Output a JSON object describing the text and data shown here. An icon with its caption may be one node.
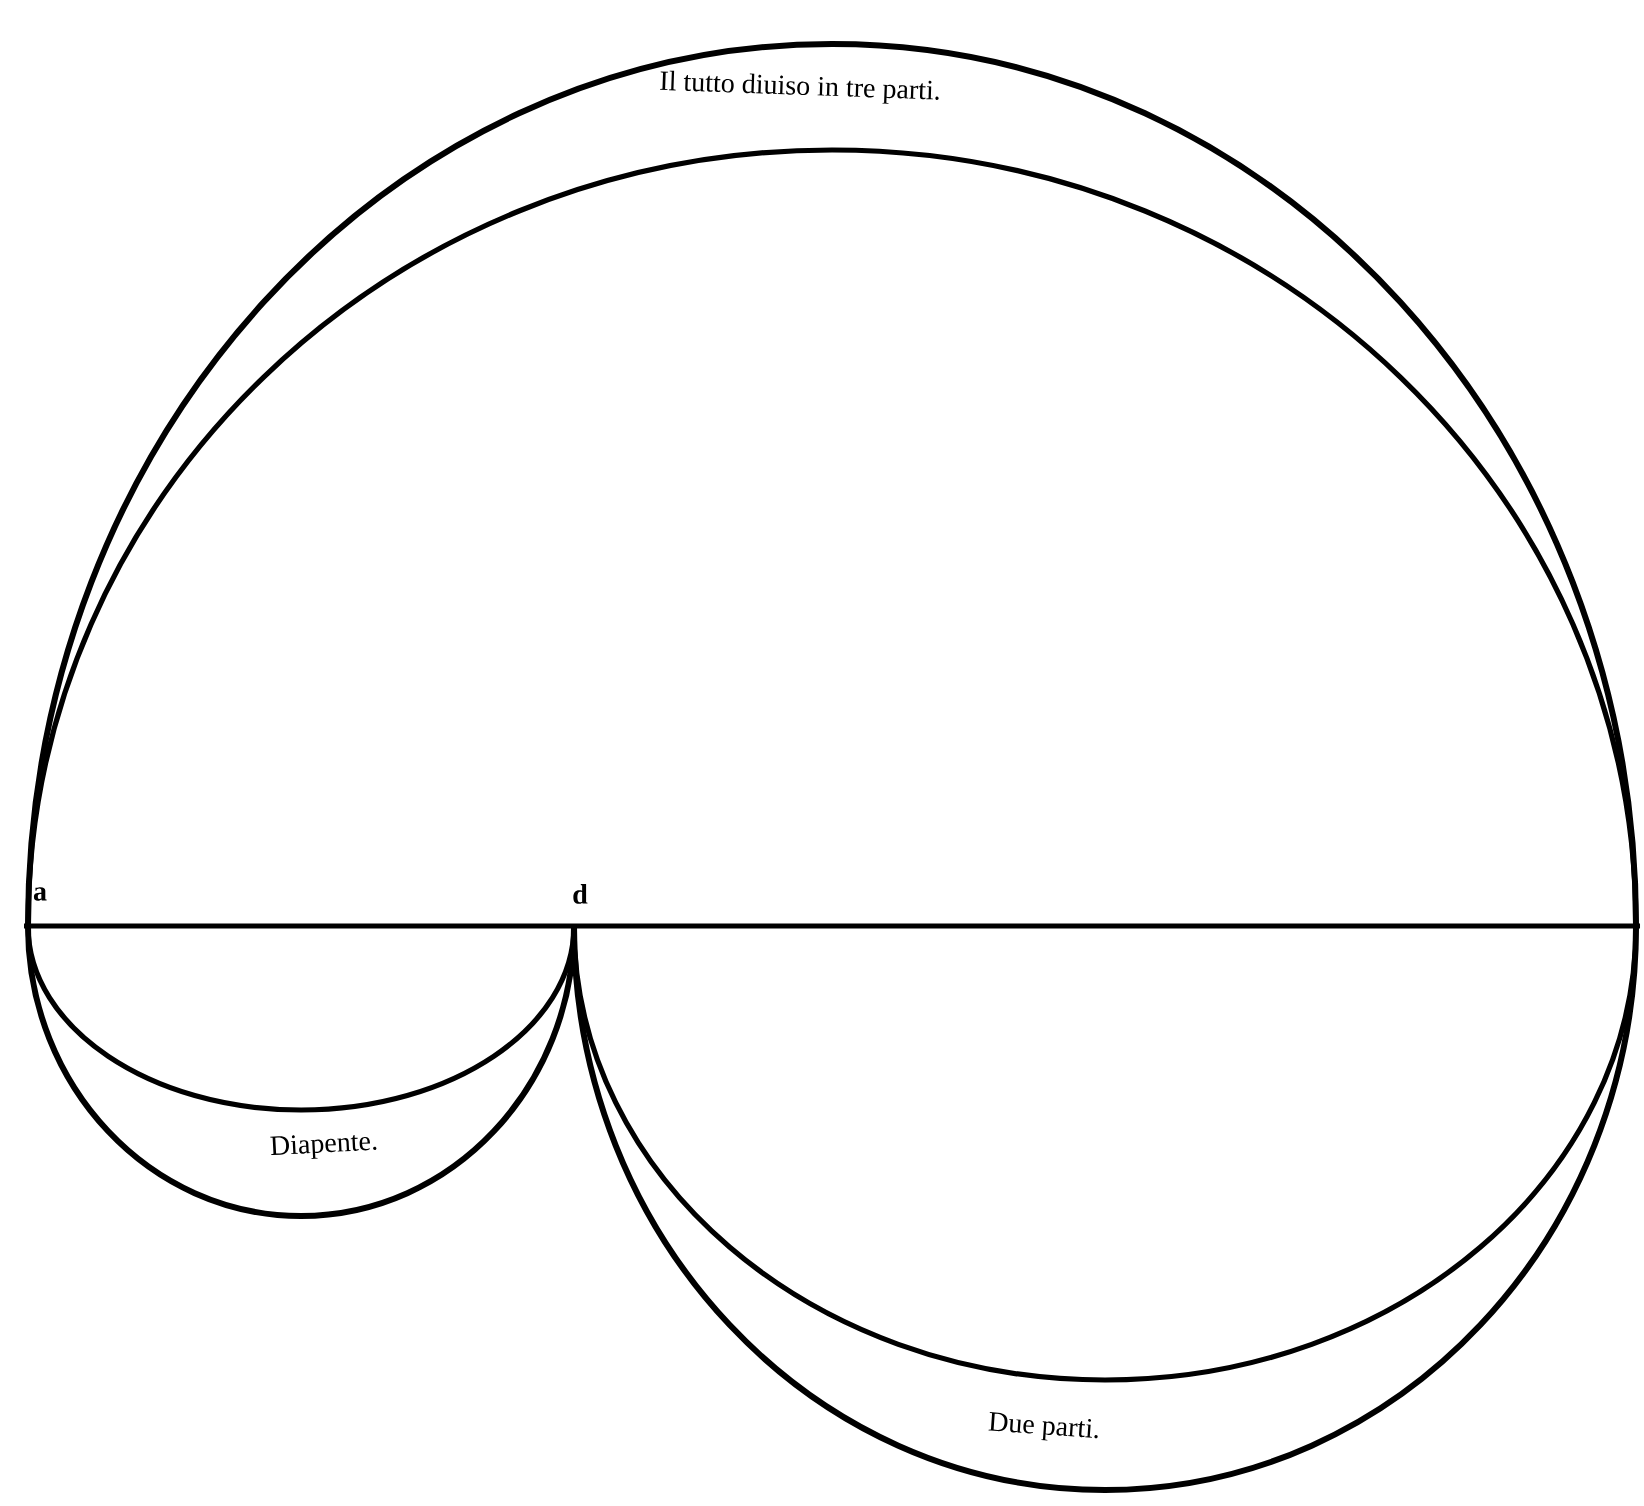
{
  "diagram": {
    "nodes": [
      {
        "text": [
          "Il tutto diuiso in tre parti."
        ]
      },
      {
        "text": [
          "Diapente."
        ]
      },
      {
        "text": [
          "Due parti."
        ]
      }
    ],
    "labels": [
      "a",
      "d"
    ]
  }
}
